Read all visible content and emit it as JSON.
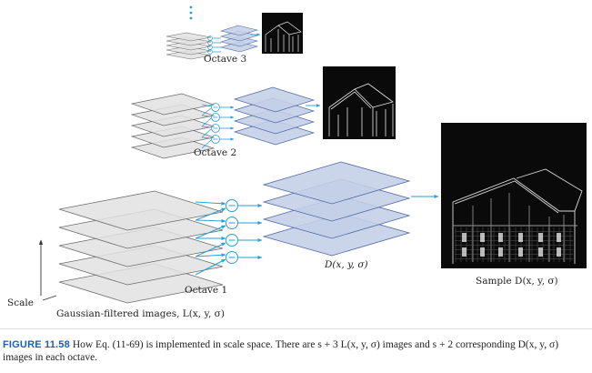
{
  "labels": {
    "octave3": "Octave 3",
    "octave2": "Octave 2",
    "octave1": "Octave 1",
    "d_label": "D(x, y, σ)",
    "sample_label": "Sample D(x, y, σ)",
    "scale": "Scale",
    "gaussian_label": "Gaussian-filtered images, L(x, y, σ)",
    "minus_symbol": "−"
  },
  "caption": {
    "figure": "FIGURE 11.58",
    "text": "How Eq. (11-69) is implemented in scale space. There are s + 3 L(x, y, σ) images and s + 2 corresponding D(x, y, σ) images in each octave."
  },
  "colors": {
    "gray_fill": "#e2e2e2",
    "gray_stroke": "#6c6c6c",
    "blue_fill": "#c3cfe6",
    "blue_stroke": "#4f68a6",
    "arrow": "#2a9fd6",
    "caption_accent": "#1a5fb4"
  },
  "structure": {
    "gaussian_images_per_octave": 5,
    "dog_images_per_octave": 4,
    "octaves": 3
  }
}
